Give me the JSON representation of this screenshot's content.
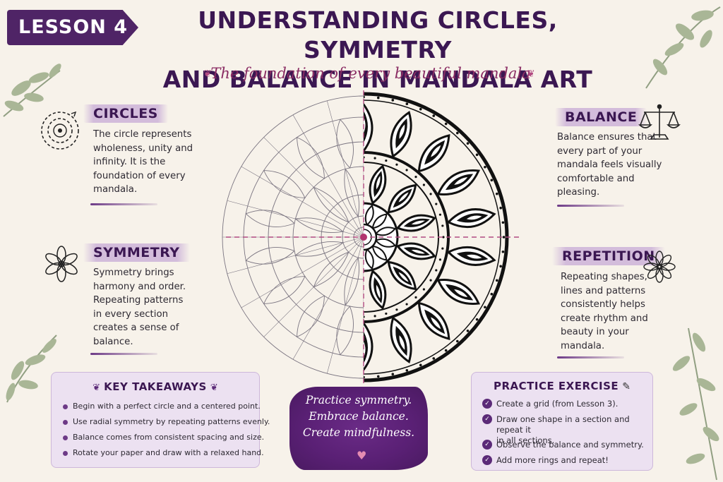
{
  "header": {
    "lesson_label": "LESSON 4",
    "title_line1": "UNDERSTANDING CIRCLES, SYMMETRY",
    "title_line2": "AND BALANCE IN MANDALA ART",
    "subtitle": "The foundation of every beautiful mandala"
  },
  "sections": {
    "circles": {
      "heading": "CIRCLES",
      "lines": [
        "The circle represents",
        "wholeness, unity and",
        "infinity. It is the",
        "foundation of every",
        "mandala."
      ]
    },
    "symmetry": {
      "heading": "SYMMETRY",
      "lines": [
        "Symmetry brings",
        "harmony and order.",
        "Repeating patterns",
        "in every section",
        "creates a sense of",
        "balance."
      ]
    },
    "balance": {
      "heading": "BALANCE",
      "lines": [
        "Balance ensures that",
        "every part of your",
        "mandala feels visually",
        "comfortable and",
        "pleasing."
      ]
    },
    "repetition": {
      "heading": "REPETITION",
      "lines": [
        "Repeating shapes,",
        "lines and patterns",
        "consistently helps",
        "create rhythm and",
        "beauty in your",
        "mandala."
      ]
    }
  },
  "key_takeaways": {
    "title": "KEY TAKEAWAYS",
    "items": [
      "Begin with a perfect circle and a centered point.",
      "Use radial symmetry by repeating patterns evenly.",
      "Balance comes from consistent spacing and size.",
      "Rotate your paper and draw with a relaxed hand."
    ]
  },
  "practice_exercise": {
    "title": "PRACTICE EXERCISE",
    "items": [
      [
        "Create a grid (from Lesson 3)."
      ],
      [
        "Draw one shape in a section and repeat it",
        "in all sections."
      ],
      [
        "Observe the balance and symmetry."
      ],
      [
        "Add more rings and repeat!"
      ]
    ]
  },
  "motto": {
    "lines": [
      "Practice symmetry.",
      "Embrace balance.",
      "Create mindfulness."
    ]
  },
  "colors": {
    "accent": "#4f2466",
    "title": "#3b1752",
    "subtitle": "#8a2c63",
    "box_bg": "#ece1f1",
    "leaf": "#8fa27a"
  },
  "icons": {
    "circles": "concentric-circles-icon",
    "symmetry": "flower-icon",
    "balance": "scales-icon",
    "repetition": "flower-icon",
    "takeaways": "sprig-icon",
    "exercise": "pencil-icon",
    "motto": "heart-icon"
  }
}
